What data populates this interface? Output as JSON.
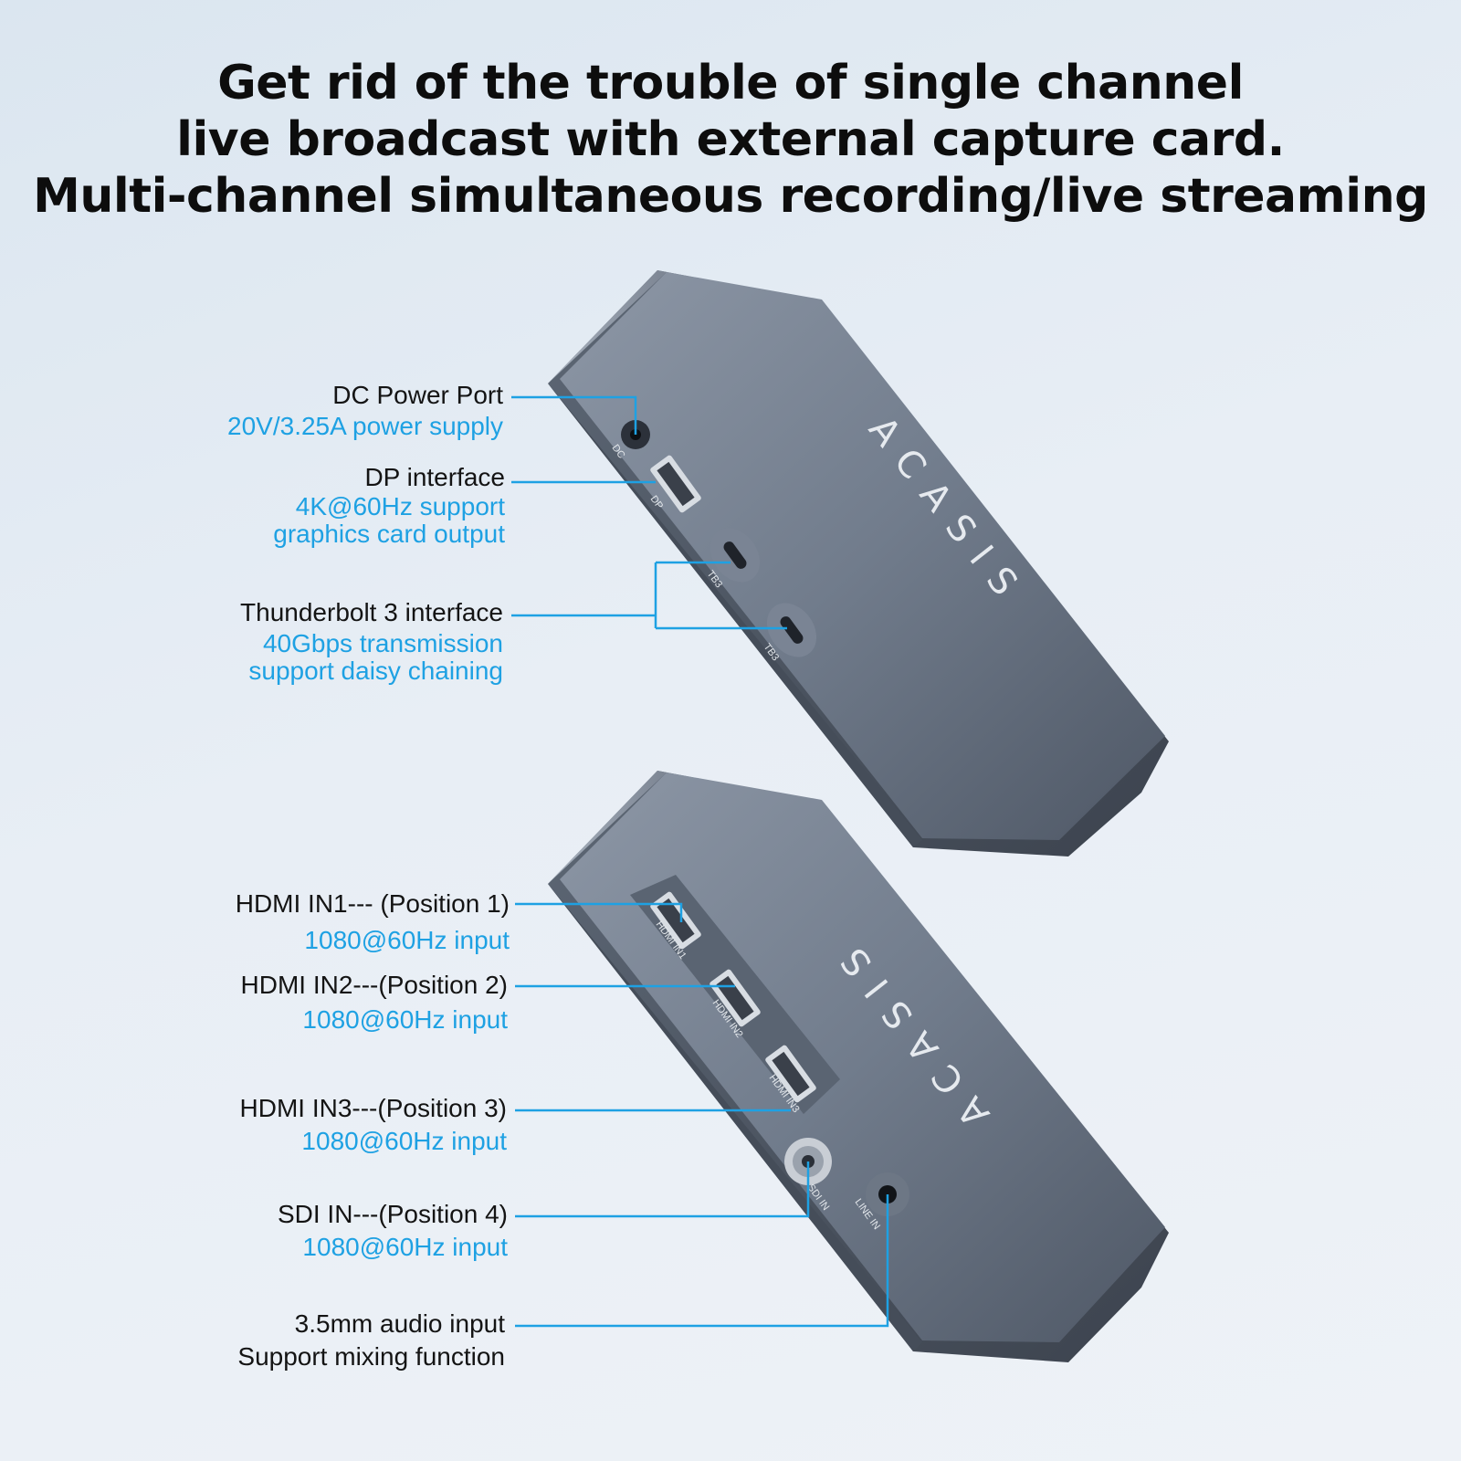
{
  "headline": {
    "line1": "Get rid of the trouble of single channel",
    "line2": "live broadcast with external capture card.",
    "line3": "Multi-channel simultaneous recording/live streaming"
  },
  "brand": "ACASIS",
  "colors": {
    "accent": "#1ea1e3",
    "device": "#6b7687",
    "text": "#141414"
  },
  "top_device": {
    "port_markings": {
      "dc": "DC",
      "dp": "DP",
      "tb3_a": "TB3",
      "tb3_b": "TB3"
    },
    "callouts": [
      {
        "title": "DC Power Port",
        "sub": [
          "20V/3.25A power supply"
        ]
      },
      {
        "title": "DP interface",
        "sub": [
          "4K@60Hz support",
          "graphics card output"
        ]
      },
      {
        "title": "Thunderbolt 3 interface",
        "sub": [
          "40Gbps transmission",
          "support daisy chaining"
        ]
      }
    ]
  },
  "bottom_device": {
    "port_markings": {
      "hdmi1": "HDMI IN1",
      "hdmi2": "HDMI IN2",
      "hdmi3": "HDMI IN3",
      "sdi": "SDI IN",
      "line": "LINE IN"
    },
    "callouts": [
      {
        "title": "HDMI IN1--- (Position 1)",
        "sub": [
          "1080@60Hz input"
        ]
      },
      {
        "title": "HDMI IN2---(Position 2)",
        "sub": [
          "1080@60Hz input"
        ]
      },
      {
        "title": "HDMI IN3---(Position 3)",
        "sub": [
          "1080@60Hz input"
        ]
      },
      {
        "title": "SDI IN---(Position 4)",
        "sub": [
          "1080@60Hz input"
        ]
      },
      {
        "title": "3.5mm audio input",
        "sub2": "Support mixing function"
      }
    ]
  }
}
